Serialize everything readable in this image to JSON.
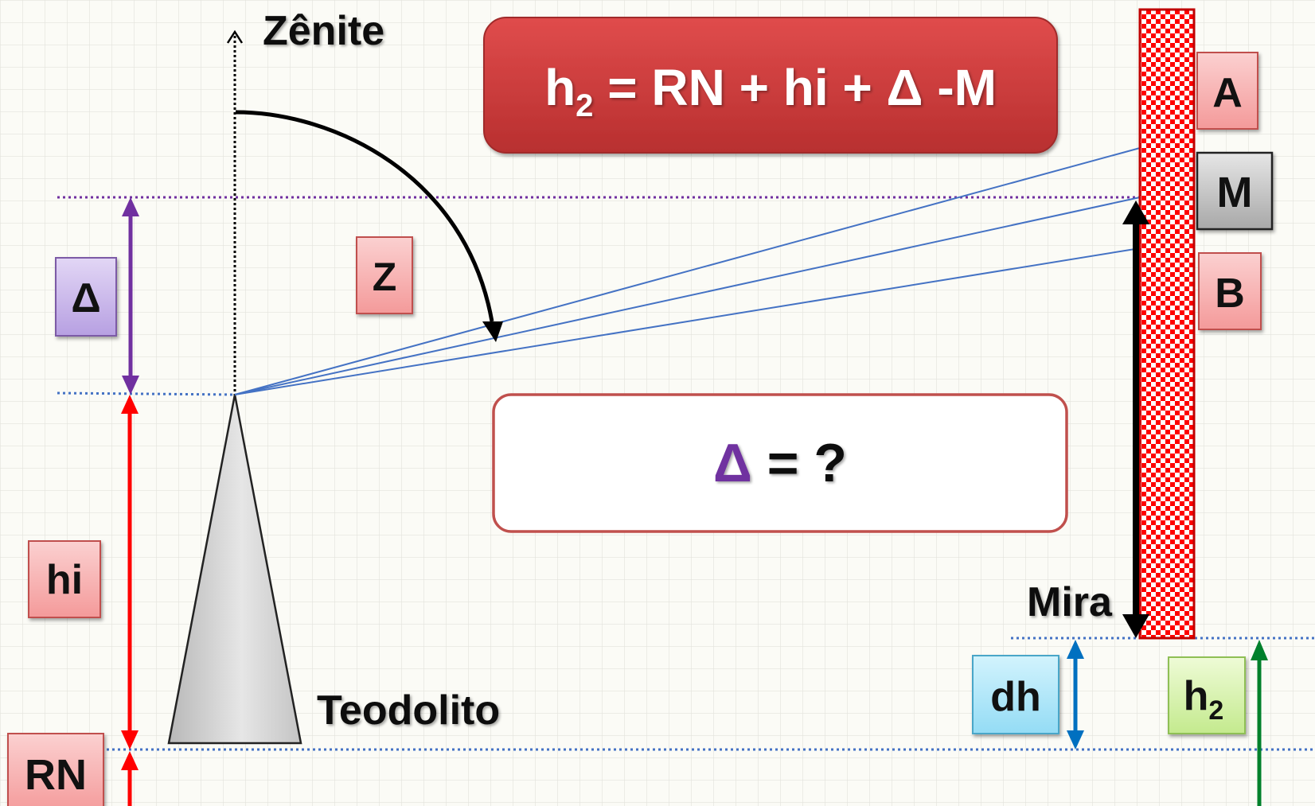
{
  "labels": {
    "zenith": "Zênite",
    "formula_main": "h",
    "formula_sub": "2",
    "formula_rest": " = RN + hi + Δ -M",
    "delta_question_symbol": "Δ",
    "delta_question_rest": " = ?",
    "z": "Z",
    "delta": "Δ",
    "hi": "hi",
    "rn": "RN",
    "teodolito": "Teodolito",
    "mira": "Mira",
    "a": "A",
    "m": "M",
    "b": "B",
    "dh": "dh",
    "h2_main": "h",
    "h2_sub": "2"
  },
  "colors": {
    "background": "#fbfbf6",
    "grid": "#e2e2dc",
    "formula_box": "#cf3d3d",
    "formula_text": "#ffffff",
    "question_border": "#c0504d",
    "delta_purple": "#7030a0",
    "hi_red": "#ff0000",
    "dh_blue": "#0070c0",
    "h2_green": "#00802b",
    "sight_lines": "#4472c4",
    "staff_red": "#ff0000",
    "label_pink": "#f7a9a9",
    "label_lavender": "#c9b5ea",
    "label_cyan": "#a9e3f7",
    "label_green": "#d4f0a8",
    "label_gray": "#bdbdbd"
  },
  "icons": [
    "zenith-arrow",
    "tripod-triangle",
    "leveling-staff-checker"
  ]
}
